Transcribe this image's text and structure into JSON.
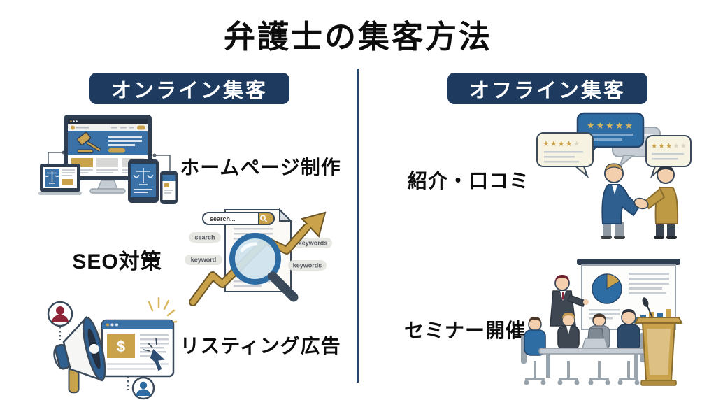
{
  "page": {
    "title": "弁護士の集客方法"
  },
  "online": {
    "badge": "オンライン集客",
    "item_homepage": "ホームページ制作",
    "item_seo": "SEO対策",
    "item_listing": "リスティング広告"
  },
  "offline": {
    "badge": "オフライン集客",
    "item_referral": "紹介・口コミ",
    "item_seminar": "セミナー開催"
  },
  "seo_art": {
    "search_placeholder": "search...",
    "pill_search": "search",
    "pill_keyword": "keyword",
    "pill_keywords1": "keywords",
    "pill_keywords2": "keywords"
  },
  "ad_art": {
    "dollar": "$"
  },
  "review_art": {
    "bubble_center_stars": "★★★★★",
    "bubble_left_stars_filled": "★★★★",
    "bubble_left_stars_empty": "★",
    "bubble_right_stars_filled": "★★★",
    "bubble_right_stars_empty": "★★"
  },
  "colors": {
    "navy_badge": "#1e3a5f",
    "divider_navy": "#24466e",
    "blue": "#2e6da4",
    "hero_blue": "#3a72a8",
    "gold": "#c9a24b",
    "dark_red": "#8e2438",
    "ink": "#0d0d0d",
    "background": "#ffffff"
  }
}
